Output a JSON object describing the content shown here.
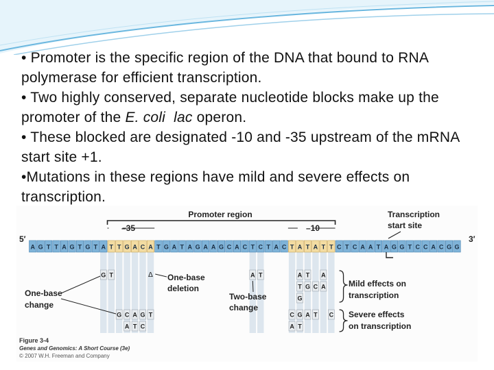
{
  "bullets": [
    {
      "text": "• Promoter is the specific region of the DNA that bound to RNA polymerase for efficient transcription."
    },
    {
      "pre": "• Two highly conserved, separate nucleotide blocks make up the promoter of the ",
      "em1": "E. coli",
      "mid": "  ",
      "em2": "lac",
      "post": " operon."
    },
    {
      "text": "• These blocked are designated -10 and -35 upstream of the mRNA start site +1."
    },
    {
      "text": "•Mutations in these regions have mild and severe effects on transcription."
    }
  ],
  "figure": {
    "promoter_label": "Promoter region",
    "minus35_label": "–35",
    "minus10_label": "–10",
    "tss_label_line1": "Transcription",
    "tss_label_line2": "start site",
    "five_prime": "5′",
    "three_prime": "3′",
    "sequence": [
      "A",
      "G",
      "T",
      "T",
      "A",
      "G",
      "T",
      "G",
      "T",
      "A",
      "T",
      "T",
      "G",
      "A",
      "C",
      "A",
      "T",
      "G",
      "A",
      "T",
      "A",
      "G",
      "A",
      "A",
      "G",
      "C",
      "A",
      "C",
      "T",
      "C",
      "T",
      "A",
      "C",
      "T",
      "A",
      "T",
      "A",
      "T",
      "T",
      "C",
      "T",
      "C",
      "A",
      "A",
      "T",
      "A",
      "G",
      "G",
      "T",
      "C",
      "C",
      "A",
      "C",
      "G",
      "G"
    ],
    "box35_start": 10,
    "box35_end": 15,
    "box10_start": 33,
    "box10_end": 38,
    "tss_index": 45,
    "mild_row1": [
      {
        "i": 9,
        "b": "G"
      },
      {
        "i": 10,
        "b": "T"
      },
      {
        "i": 28,
        "b": "A"
      },
      {
        "i": 29,
        "b": "T"
      },
      {
        "i": 34,
        "b": "A"
      },
      {
        "i": 35,
        "b": "T"
      },
      {
        "i": 37,
        "b": "A"
      }
    ],
    "mild_row2": [
      {
        "i": 34,
        "b": "T"
      },
      {
        "i": 35,
        "b": "G"
      },
      {
        "i": 36,
        "b": "C"
      },
      {
        "i": 37,
        "b": "A"
      }
    ],
    "mild_row3": [
      {
        "i": 34,
        "b": "G"
      }
    ],
    "deletion_symbol": "Δ",
    "deletion_index": 15,
    "severe_row1": [
      {
        "i": 11,
        "b": "G"
      },
      {
        "i": 12,
        "b": "C"
      },
      {
        "i": 13,
        "b": "A"
      },
      {
        "i": 14,
        "b": "G"
      },
      {
        "i": 15,
        "b": "T"
      },
      {
        "i": 33,
        "b": "C"
      },
      {
        "i": 34,
        "b": "G"
      },
      {
        "i": 35,
        "b": "A"
      },
      {
        "i": 36,
        "b": "T"
      },
      {
        "i": 38,
        "b": "C"
      }
    ],
    "severe_row2": [
      {
        "i": 12,
        "b": "A"
      },
      {
        "i": 13,
        "b": "T"
      },
      {
        "i": 14,
        "b": "C"
      },
      {
        "i": 33,
        "b": "A"
      },
      {
        "i": 34,
        "b": "T"
      }
    ],
    "one_base_change": [
      "One-base",
      "change"
    ],
    "one_base_deletion": [
      "One-base",
      "deletion"
    ],
    "two_base_change": [
      "Two-base",
      "change"
    ],
    "mild_effects": [
      "Mild effects on",
      "transcription"
    ],
    "severe_effects": [
      "Severe effects",
      "on transcription"
    ],
    "caption_title": "Figure 3-4",
    "caption_book": "Genes and Genomics: A Short Course (3e)",
    "caption_copyright": "© 2007 W.H. Freeman and Company"
  },
  "colors": {
    "strand": "#7fb3d8",
    "strand_stroke": "#4a84b3",
    "box": "#f3dca2",
    "box_stroke": "#c9a559",
    "column": "#dde6ee",
    "swoosh": "#6ab7df"
  }
}
